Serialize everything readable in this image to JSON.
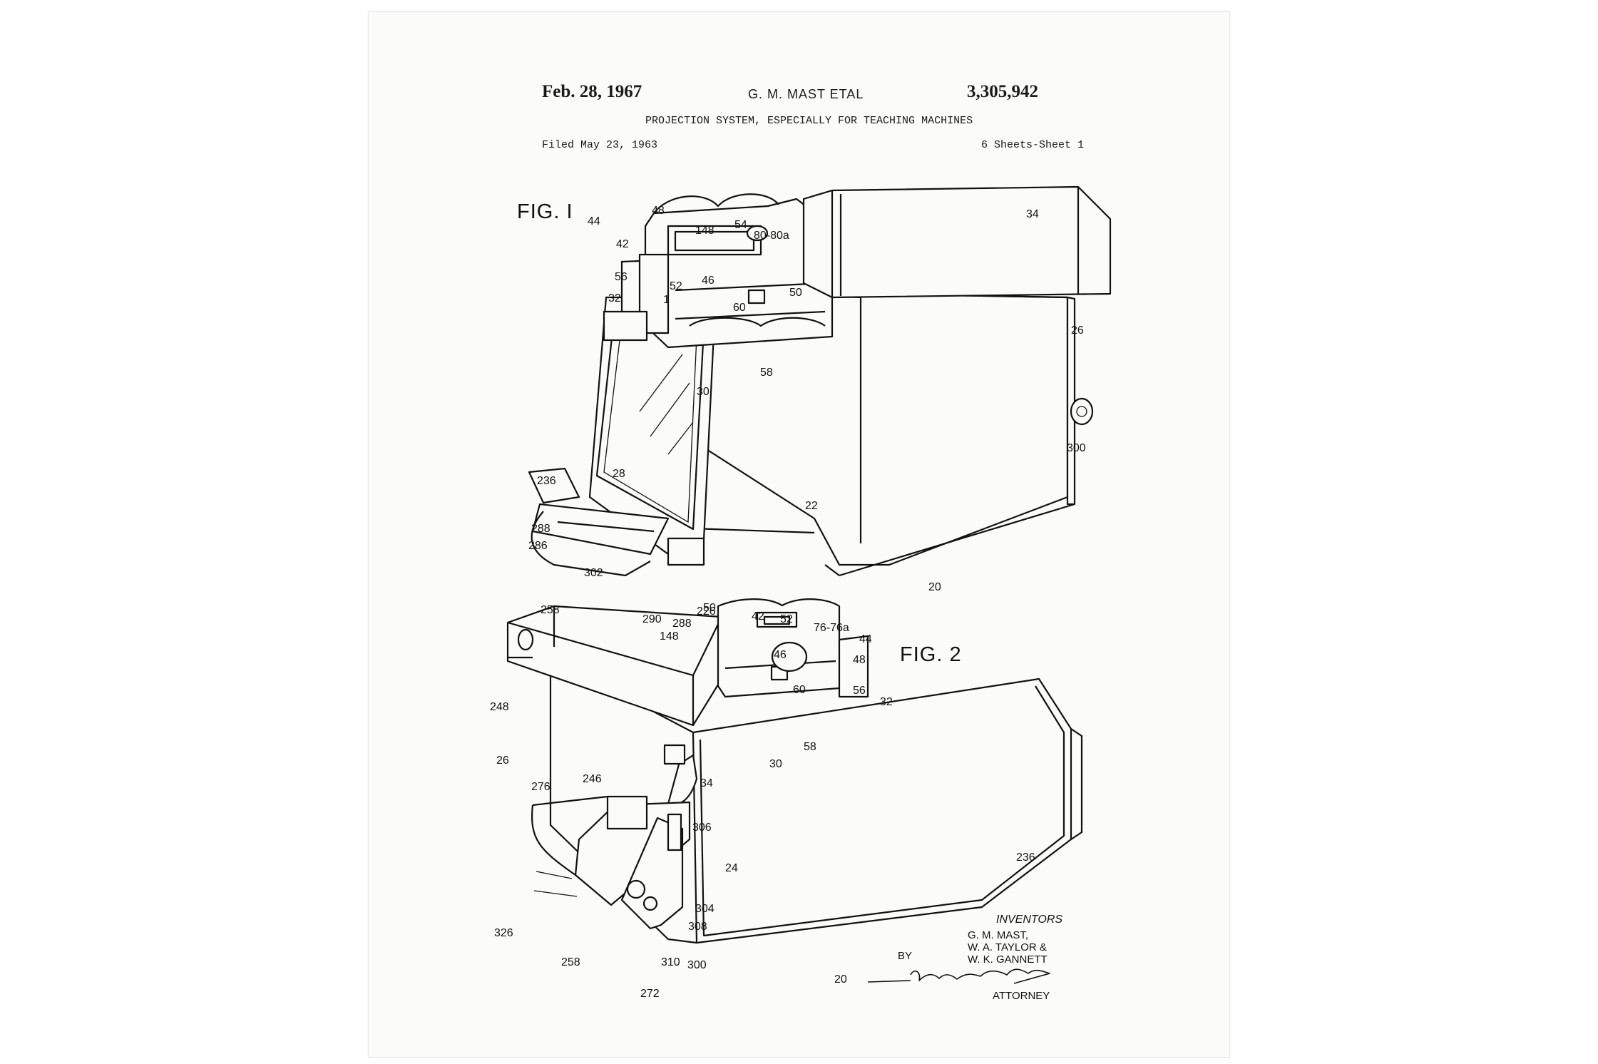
{
  "patent": {
    "date": "Feb. 28, 1967",
    "inventors_header": "G. M. MAST ETAL",
    "number": "3,305,942",
    "title": "PROJECTION SYSTEM, ESPECIALLY FOR TEACHING MACHINES",
    "filed": "Filed May 23, 1963",
    "sheets": "6 Sheets-Sheet 1"
  },
  "figures": {
    "fig1_label": "FIG. I",
    "fig2_label": "FIG. 2"
  },
  "fig1_refs": {
    "r44": "44",
    "r48": "48",
    "r42": "42",
    "r148": "148",
    "r54": "54",
    "r80": "80-80a",
    "r34": "34",
    "r56": "56",
    "r52": "52",
    "r46": "46",
    "r50": "50",
    "r32": "32",
    "r1": "1",
    "r60": "60",
    "r26": "26",
    "r58": "58",
    "r30": "30",
    "r300": "300",
    "r236": "236",
    "r28": "28",
    "r22": "22",
    "r288a": "288",
    "r286": "286",
    "r302": "302",
    "r258": "258",
    "r290": "290",
    "r288b": "288",
    "r226": "226",
    "r20": "20"
  },
  "fig2_refs": {
    "r50": "50",
    "r42": "42",
    "r52": "52",
    "r76": "76-76a",
    "r148": "148",
    "r44": "44",
    "r46": "46",
    "r48": "48",
    "r60": "60",
    "r56": "56",
    "r32": "32",
    "r248": "248",
    "r58": "58",
    "r26": "26",
    "r30": "30",
    "r246": "246",
    "r34": "34",
    "r276": "276",
    "r306": "306",
    "r24": "24",
    "r236": "236",
    "r304": "304",
    "r308": "308",
    "r326": "326",
    "r258": "258",
    "r310": "310",
    "r300": "300",
    "r272": "272",
    "r20": "20"
  },
  "inventors_block": {
    "heading": "INVENTORS",
    "line1": "G. M. MAST,",
    "line2": "W. A. TAYLOR &",
    "line3": "W. K. GANNETT",
    "by": "BY",
    "attorney": "ATTORNEY"
  }
}
